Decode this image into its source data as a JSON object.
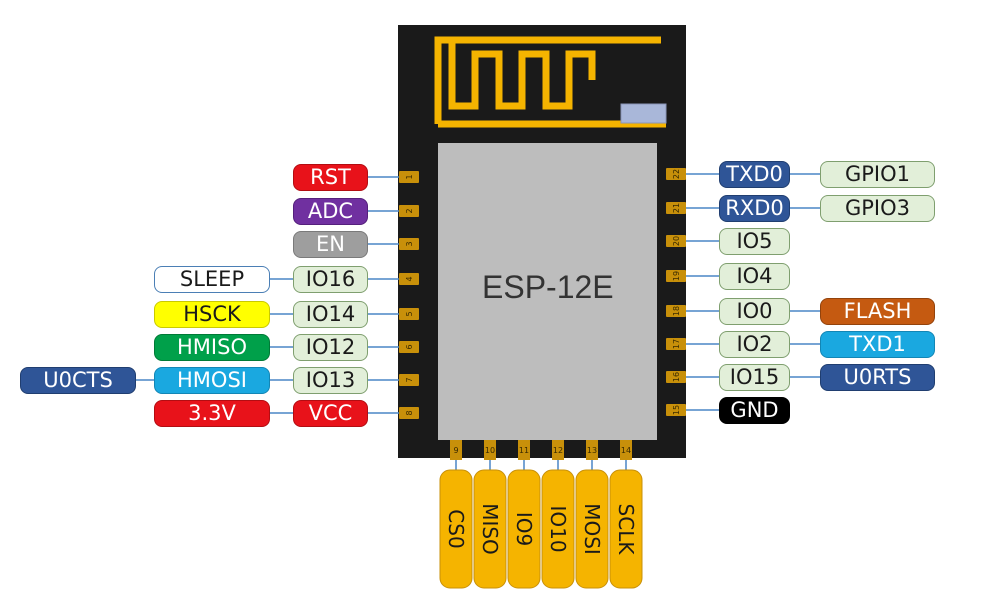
{
  "module": {
    "name": "ESP-12E"
  },
  "colors": {
    "board": "#1a1a1a",
    "shield": "#bdbdbd",
    "antenna": "#f5b400",
    "pad": "#c8900a",
    "trace": "#4a86c5"
  },
  "left_pins": [
    {
      "num": "1",
      "labels": [
        {
          "text": "RST",
          "style": "red"
        }
      ]
    },
    {
      "num": "2",
      "labels": [
        {
          "text": "ADC",
          "style": "purple"
        }
      ]
    },
    {
      "num": "3",
      "labels": [
        {
          "text": "EN",
          "style": "gray"
        }
      ]
    },
    {
      "num": "4",
      "labels": [
        {
          "text": "IO16",
          "style": "green"
        },
        {
          "text": "SLEEP",
          "style": "white"
        }
      ]
    },
    {
      "num": "5",
      "labels": [
        {
          "text": "IO14",
          "style": "green"
        },
        {
          "text": "HSCK",
          "style": "yellow"
        }
      ]
    },
    {
      "num": "6",
      "labels": [
        {
          "text": "IO12",
          "style": "green"
        },
        {
          "text": "HMISO",
          "style": "darkgreen"
        }
      ]
    },
    {
      "num": "7",
      "labels": [
        {
          "text": "IO13",
          "style": "green"
        },
        {
          "text": "HMOSI",
          "style": "cyan"
        },
        {
          "text": "U0CTS",
          "style": "navy"
        }
      ]
    },
    {
      "num": "8",
      "labels": [
        {
          "text": "VCC",
          "style": "red"
        },
        {
          "text": "3.3V",
          "style": "red"
        }
      ]
    }
  ],
  "right_pins": [
    {
      "num": "22",
      "labels": [
        {
          "text": "TXD0",
          "style": "navy"
        },
        {
          "text": "GPIO1",
          "style": "green"
        }
      ]
    },
    {
      "num": "21",
      "labels": [
        {
          "text": "RXD0",
          "style": "navy"
        },
        {
          "text": "GPIO3",
          "style": "green"
        }
      ]
    },
    {
      "num": "20",
      "labels": [
        {
          "text": "IO5",
          "style": "green"
        }
      ]
    },
    {
      "num": "19",
      "labels": [
        {
          "text": "IO4",
          "style": "green"
        }
      ]
    },
    {
      "num": "18",
      "labels": [
        {
          "text": "IO0",
          "style": "green"
        },
        {
          "text": "FLASH",
          "style": "orange"
        }
      ]
    },
    {
      "num": "17",
      "labels": [
        {
          "text": "IO2",
          "style": "green"
        },
        {
          "text": "TXD1",
          "style": "cyan"
        }
      ]
    },
    {
      "num": "16",
      "labels": [
        {
          "text": "IO15",
          "style": "green"
        },
        {
          "text": "U0RTS",
          "style": "navy"
        }
      ]
    },
    {
      "num": "15",
      "labels": [
        {
          "text": "GND",
          "style": "black"
        }
      ]
    }
  ],
  "bottom_pins": [
    {
      "num": "9",
      "label": "CS0"
    },
    {
      "num": "10",
      "label": "MISO"
    },
    {
      "num": "11",
      "label": "IO9"
    },
    {
      "num": "12",
      "label": "IO10"
    },
    {
      "num": "13",
      "label": "MOSI"
    },
    {
      "num": "14",
      "label": "SCLK"
    }
  ]
}
